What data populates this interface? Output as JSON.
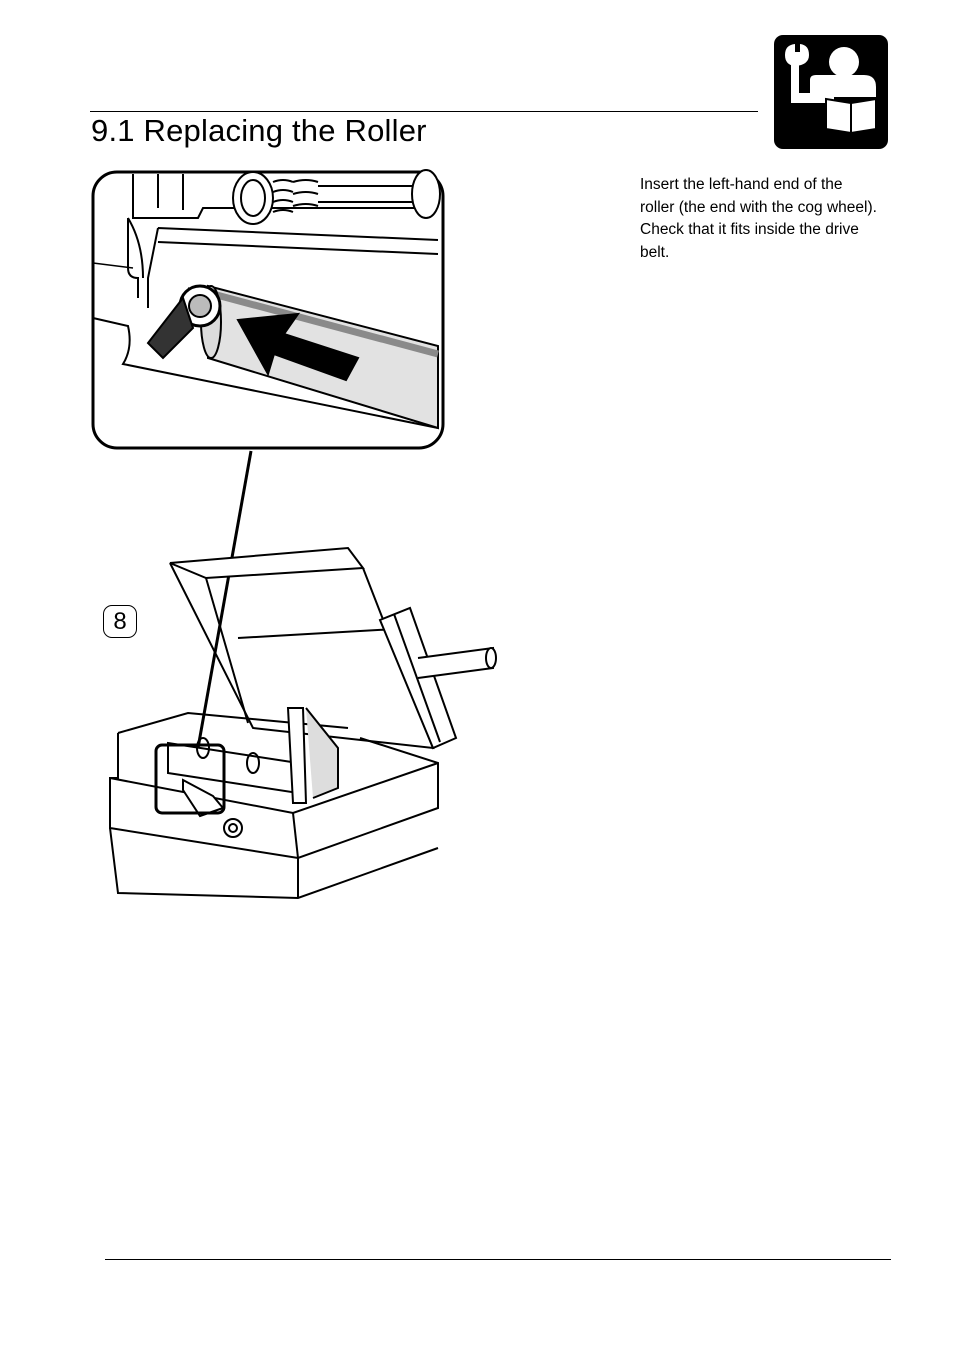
{
  "header": {
    "title": "9.1 Replacing the Roller",
    "icon": "maintenance-manual-icon"
  },
  "instruction": {
    "text": "Insert the left-hand end of the roller (the end with the cog wheel). Check that it fits inside the drive belt."
  },
  "figure": {
    "step_number": "8",
    "icons": [
      "roller-insert-arrow-icon",
      "printer-illustration"
    ]
  }
}
